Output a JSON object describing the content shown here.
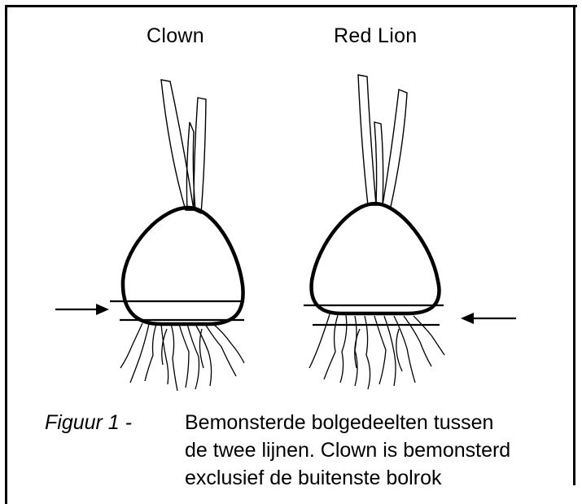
{
  "figure": {
    "bulbs": [
      {
        "name": "Clown"
      },
      {
        "name": "Red Lion"
      }
    ],
    "caption": {
      "prefix": "Figuur 1 -",
      "lines": [
        "Bemonsterde bolgedeelten tussen",
        "de twee lijnen. Clown is bemonsterd",
        "exclusief de buitenste bolrok"
      ]
    }
  }
}
